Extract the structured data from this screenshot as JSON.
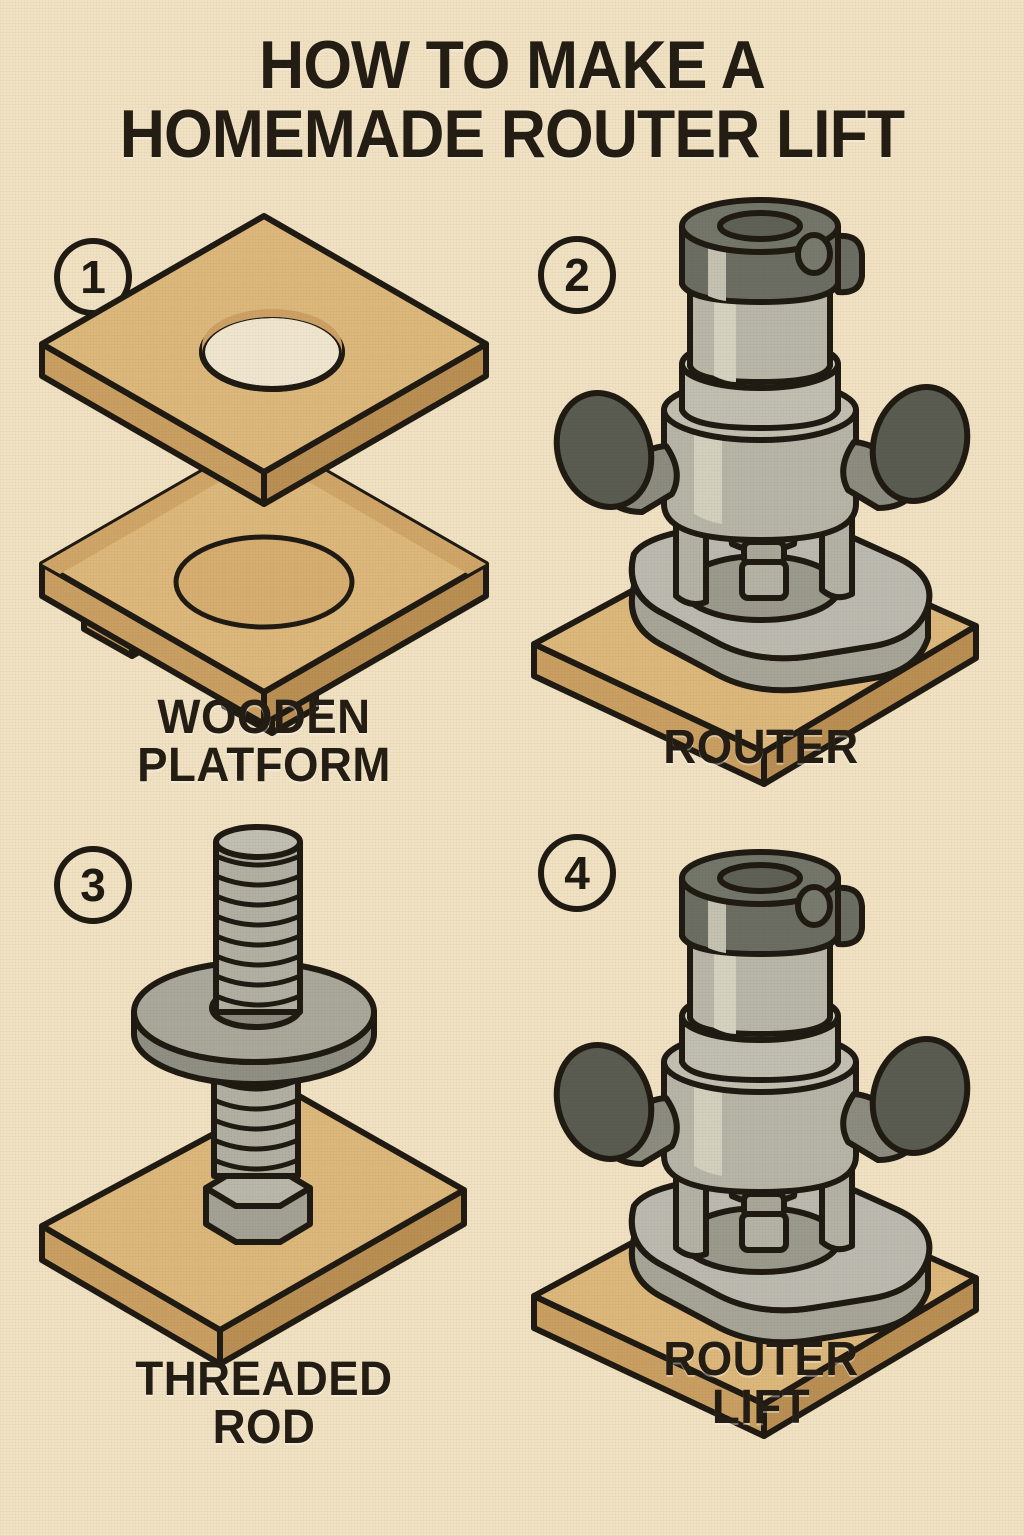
{
  "meta": {
    "background_color": "#f0e2c3",
    "ink_color": "#1f1a12",
    "wood_top_color": "#ddb87c",
    "wood_side_color": "#c99f62",
    "metal_light_color": "#b7b4a6",
    "metal_mid_color": "#9a9a8d",
    "metal_dark_color": "#6c6e63",
    "knob_color": "#5a5c52",
    "highlight_color": "#dcd8c6"
  },
  "title": {
    "line1": "HOW TO MAKE A",
    "line2": "HOMEMADE ROUTER LIFT"
  },
  "panels": [
    {
      "number": "1",
      "caption_line1": "WOODEN",
      "caption_line2": "PLATFORM",
      "illustration": "two-stacked-isometric-wood-boards-with-center-hole-and-legs"
    },
    {
      "number": "2",
      "caption_line1": "ROUTER",
      "caption_line2": "",
      "illustration": "plunge-router-on-wood-board"
    },
    {
      "number": "3",
      "caption_line1": "THREADED",
      "caption_line2": "ROD",
      "illustration": "threaded-rod-with-washer-and-hex-nut-on-wood-board"
    },
    {
      "number": "4",
      "caption_line1": "ROUTER",
      "caption_line2": "LIFT",
      "illustration": "assembled-router-lift-router-mounted-on-wood-board"
    }
  ]
}
